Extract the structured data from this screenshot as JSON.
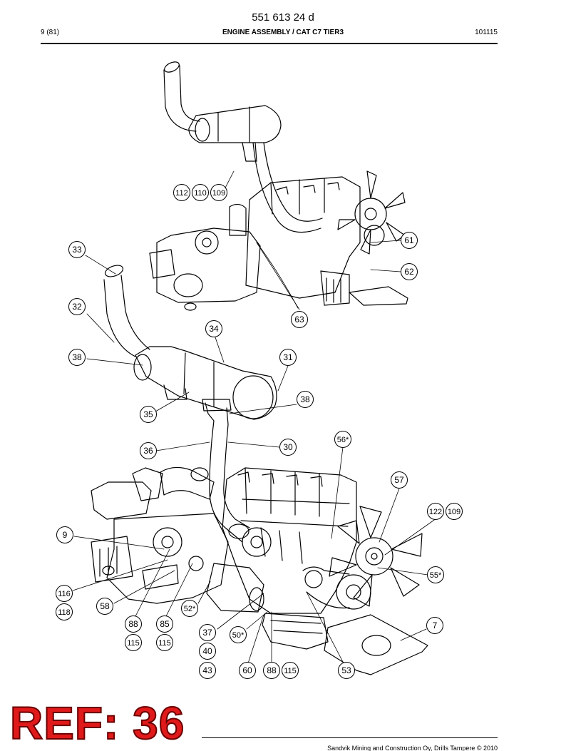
{
  "header": {
    "doc_number": "551 613 24 d",
    "page": "9 (81)",
    "title": "ENGINE ASSEMBLY / CAT C7 TIER3",
    "date": "101115"
  },
  "stamp": {
    "text": "REF: 36"
  },
  "footer": {
    "copyright": "Sandvik Mining and Construction Oy, Drills Tampere © 2010"
  },
  "callouts": [
    "112",
    "110",
    "109",
    "33",
    "61",
    "62",
    "32",
    "63",
    "34",
    "38",
    "31",
    "38",
    "35",
    "36",
    "30",
    "56*",
    "57",
    "122",
    "109",
    "9",
    "55*",
    "116",
    "118",
    "58",
    "52*",
    "88",
    "85",
    "115",
    "115",
    "37",
    "40",
    "43",
    "50*",
    "60",
    "88",
    "115",
    "53",
    "7"
  ]
}
